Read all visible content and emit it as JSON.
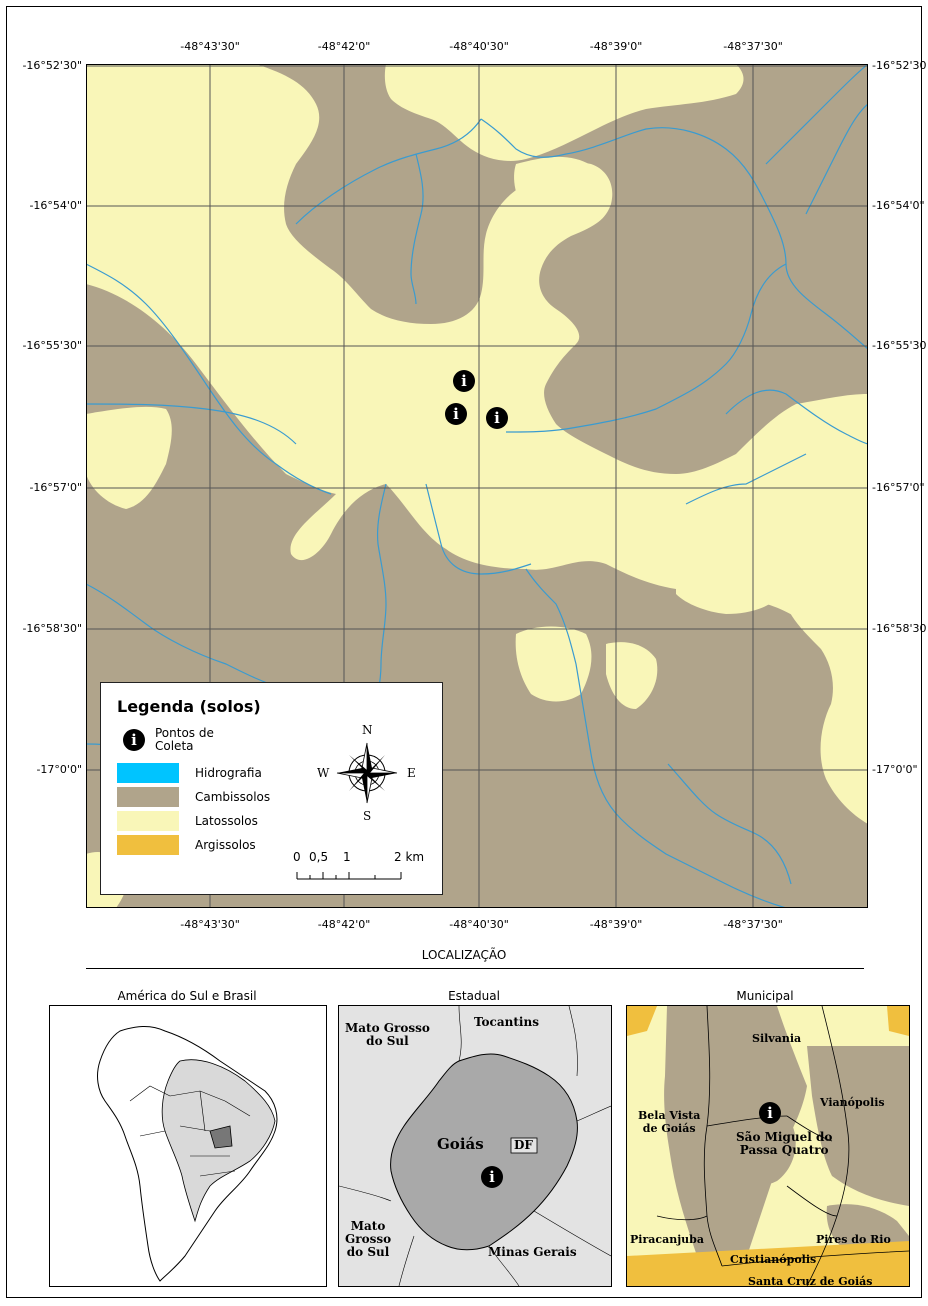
{
  "map": {
    "top_labels": [
      "-48°43'30\"",
      "-48°42'0\"",
      "-48°40'30\"",
      "-48°39'0\"",
      "-48°37'30\""
    ],
    "bottom_labels": [
      "-48°43'30\"",
      "-48°42'0\"",
      "-48°40'30\"",
      "-48°39'0\"",
      "-48°37'30\""
    ],
    "left_labels": [
      "-16°52'30\"",
      "-16°54'0\"",
      "-16°55'30\"",
      "-16°57'0\"",
      "-16°58'30\"",
      "-17°0'0\""
    ],
    "right_labels": [
      "-16°52'30",
      "-16°54'0\"",
      "-16°55'30",
      "-16°57'0\"",
      "-16°58'30",
      "-17°0'0\""
    ],
    "point_symbol": "i",
    "colors": {
      "cambissolos": "#b0a48b",
      "latossolos": "#f9f6b8",
      "hidrografia": "#00c4ff",
      "argissolos": "#f0bf3e",
      "rivers": "#3a9bd0",
      "grid": "#555555"
    }
  },
  "legend": {
    "title": "Legenda (solos)",
    "items": [
      {
        "label": "Pontos de\nColeta",
        "line1": "Pontos de",
        "line2": "Coleta",
        "icon": "info-circle-icon"
      },
      {
        "label": "Hidrografia",
        "color": "#00c4ff"
      },
      {
        "label": "Cambissolos",
        "color": "#b0a48b"
      },
      {
        "label": "Latossolos",
        "color": "#f9f6b8"
      },
      {
        "label": "Argissolos",
        "color": "#f0bf3e"
      }
    ],
    "north_arrow": {
      "n": "N",
      "s": "S",
      "e": "E",
      "w": "W"
    },
    "scale": {
      "labels": [
        "0",
        "0,5",
        "1",
        "2 km"
      ]
    }
  },
  "localizacao": {
    "title": "LOCALIZAÇÃO",
    "inset1": {
      "title": "América do Sul e Brasil"
    },
    "inset2": {
      "title": "Estadual",
      "labels": {
        "mgs1": "Mato Grosso\ndo Sul",
        "mgs1a": "Mato Grosso",
        "mgs1b": "do Sul",
        "tocantins": "Tocantins",
        "goias": "Goiás",
        "df": "DF",
        "mgs2a": "Mato",
        "mgs2b": "Grosso",
        "mgs2c": "do Sul",
        "minas": "Minas Gerais"
      }
    },
    "inset3": {
      "title": "Municipal",
      "labels": {
        "silvania": "Silvania",
        "vianopolis": "Vianópolis",
        "bela1": "Bela Vista",
        "bela2": "de Goiás",
        "sm1": "São Miguel do",
        "sm2": "Passa Quatro",
        "piracanjuba": "Piracanjuba",
        "pires": "Pires do Rio",
        "cristianopolis": "Cristianópolis",
        "santacruz": "Santa Cruz de Goiás"
      }
    }
  }
}
